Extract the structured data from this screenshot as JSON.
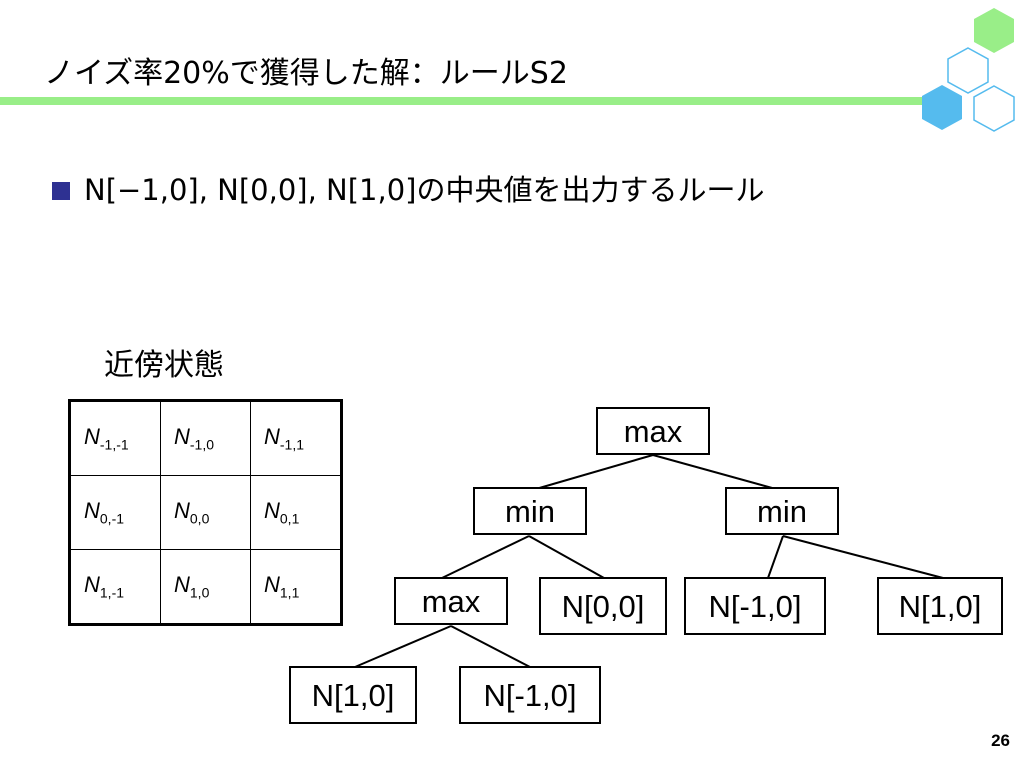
{
  "slide": {
    "title": "ノイズ率20%で獲得した解：ルールS2",
    "bullet": "N[−1,0], N[0,0], N[1,0]の中央値を出力するルール",
    "page_number": "26",
    "accent_colors": {
      "title_bar": "#99ee88",
      "bullet": "#2e3192",
      "hex_green": "#99ee88",
      "hex_blue": "#55bbee"
    }
  },
  "neighborhood": {
    "caption": "近傍状態",
    "symbol": "N",
    "rows": [
      [
        "-1,-1",
        "-1,0",
        "-1,1"
      ],
      [
        "0,-1",
        "0,0",
        "0,1"
      ],
      [
        "1,-1",
        "1,0",
        "1,1"
      ]
    ]
  },
  "tree": {
    "nodes": [
      {
        "id": "root",
        "label": "max"
      },
      {
        "id": "min_left",
        "label": "min"
      },
      {
        "id": "min_right",
        "label": "min"
      },
      {
        "id": "max_inner",
        "label": "max"
      },
      {
        "id": "leaf_a",
        "label": "N[0,0]"
      },
      {
        "id": "leaf_b",
        "label": "N[-1,0]"
      },
      {
        "id": "leaf_c",
        "label": "N[1,0]"
      },
      {
        "id": "leaf_d",
        "label": "N[1,0]"
      },
      {
        "id": "leaf_e",
        "label": "N[-1,0]"
      }
    ],
    "edges": [
      [
        "root",
        "min_left"
      ],
      [
        "root",
        "min_right"
      ],
      [
        "min_left",
        "max_inner"
      ],
      [
        "min_left",
        "leaf_a"
      ],
      [
        "min_right",
        "leaf_b"
      ],
      [
        "min_right",
        "leaf_c"
      ],
      [
        "max_inner",
        "leaf_d"
      ],
      [
        "max_inner",
        "leaf_e"
      ]
    ]
  }
}
